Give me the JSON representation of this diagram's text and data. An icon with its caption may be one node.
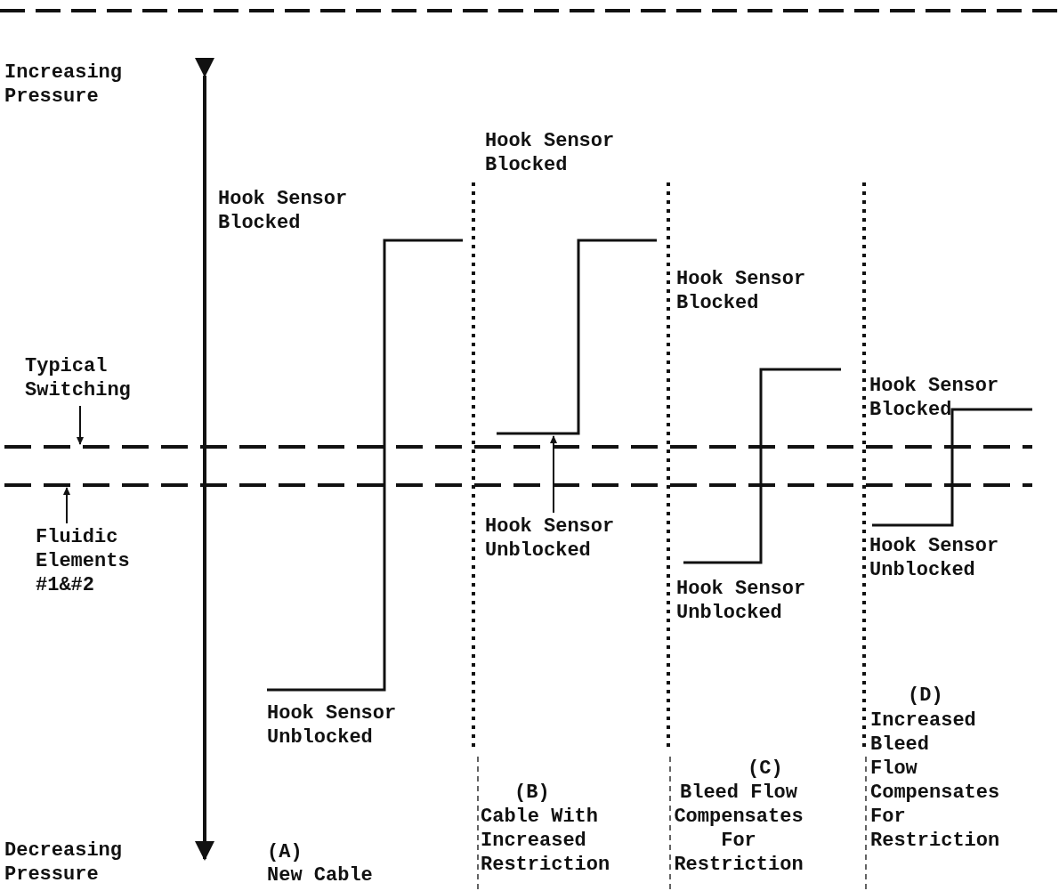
{
  "diagram": {
    "nodes": [
      {
        "text": [
          "Typical Switching"
        ]
      },
      {
        "text": [
          "Fluidic Elements #1&#2"
        ]
      },
      {
        "text": [
          "Hook Sensor Unblocked"
        ]
      },
      {
        "text": [],
        "shape": "line"
      },
      {
        "text": [],
        "shape": "line"
      },
      {
        "text": [],
        "shape": "line"
      },
      {
        "text": [],
        "shape": "line"
      },
      {
        "text": [],
        "shape": "line"
      },
      {
        "text": [],
        "shape": "line"
      }
    ],
    "edges": [
      {
        "from": 0,
        "to": 3,
        "arrow": "to"
      },
      {
        "from": 1,
        "to": 4,
        "arrow": "to"
      },
      {
        "from": 2,
        "to": 6,
        "arrow": "to"
      }
    ],
    "labels": [
      "Increasing Pressure",
      "Hook Sensor Blocked",
      "Hook Sensor Blocked",
      "Hook Sensor Blocked",
      "Hook Sensor Blocked",
      "Hook Sensor Unblocked",
      "Hook Sensor Unblocked",
      "Hook Sensor Unblocked",
      "(D)",
      "Increased Bleed Flow Compensates For Restriction",
      "(C)",
      "Bleed Flow Compensates For Restriction",
      "(B)",
      "Cable With Increased Restriction",
      "Decreasing Pressure",
      "(A)",
      "New Cable"
    ]
  }
}
